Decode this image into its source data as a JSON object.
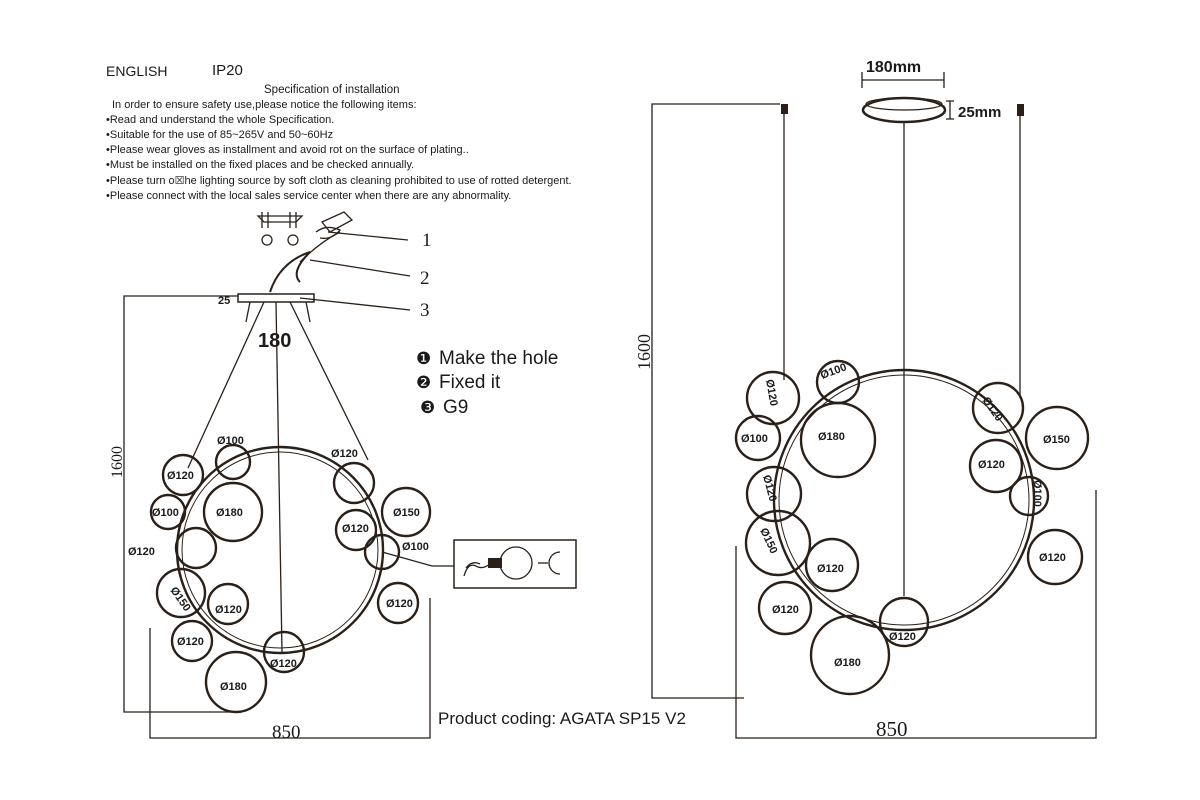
{
  "header": {
    "language": "ENGLISH",
    "ip_rating": "IP20",
    "spec_title": "Specification of installation",
    "intro": "In order to ensure safety use,please notice the following items:",
    "rules": [
      "•Read and understand the whole Specification.",
      "•Suitable for the use of 85~265V and 50~60Hz",
      "•Please wear gloves as installment and avoid rot on the surface of plating..",
      "•Must be installed on the fixed places and be checked annually.",
      "•Please turn o☒he lighting source by soft cloth as cleaning prohibited to use of rotted detergent.",
      "•Please connect with the local sales service center when there are any abnormality."
    ]
  },
  "callouts": [
    "1",
    "2",
    "3"
  ],
  "steps": [
    {
      "num": "❶",
      "text": "Make the hole"
    },
    {
      "num": "❷",
      "text": "Fixed it"
    },
    {
      "num": "❸",
      "text": "G9"
    }
  ],
  "left_diagram": {
    "canopy_height": "25",
    "canopy_width": "180",
    "height": "1600",
    "width": "850",
    "globes": [
      "Ø100",
      "Ø120",
      "Ø120",
      "Ø100",
      "Ø180",
      "Ø150",
      "Ø120",
      "Ø100",
      "Ø120",
      "Ø150",
      "Ø120",
      "Ø120",
      "Ø120",
      "Ø120",
      "Ø180"
    ]
  },
  "right_diagram": {
    "canopy_width": "180mm",
    "canopy_height": "25mm",
    "height": "1600",
    "width": "850",
    "globes": [
      "Ø100",
      "Ø120",
      "Ø100",
      "Ø180",
      "Ø120",
      "Ø150",
      "Ø120",
      "Ø120",
      "Ø100",
      "Ø150",
      "Ø120",
      "Ø120",
      "Ø120",
      "Ø120",
      "Ø180"
    ]
  },
  "product_coding": "Product coding: AGATA SP15 V2"
}
